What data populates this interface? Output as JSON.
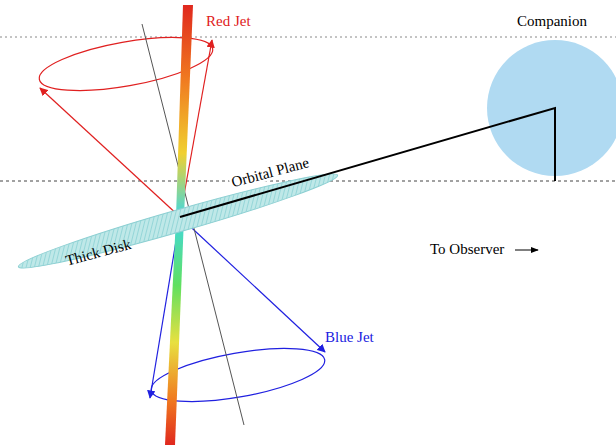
{
  "diagram": {
    "labels": [
      "Red Jet",
      "Companion",
      "Orbital Plane",
      "Thick Disk",
      "To Observer",
      "Blue Jet"
    ]
  }
}
